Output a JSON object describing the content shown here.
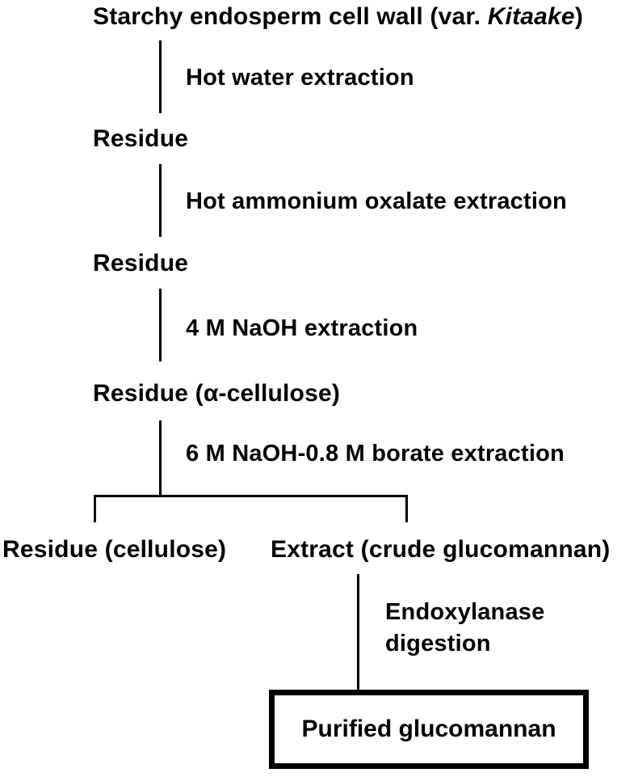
{
  "nodes": {
    "start_prefix": "Starchy endosperm cell wall (var. ",
    "start_variety": "Kitaake",
    "start_suffix": ")",
    "residue_1": "Residue",
    "residue_2": "Residue",
    "residue_3": "Residue (α-cellulose)",
    "residue_cellulose": "Residue (cellulose)",
    "extract": "Extract (crude glucomannan)",
    "final": "Purified glucomannan"
  },
  "steps": {
    "step_1": "Hot water extraction",
    "step_2": "Hot ammonium oxalate extraction",
    "step_3": "4 M NaOH extraction",
    "step_4": "6 M NaOH-0.8 M borate extraction",
    "step_5_line1": "Endoxylanase",
    "step_5_line2": "digestion"
  }
}
